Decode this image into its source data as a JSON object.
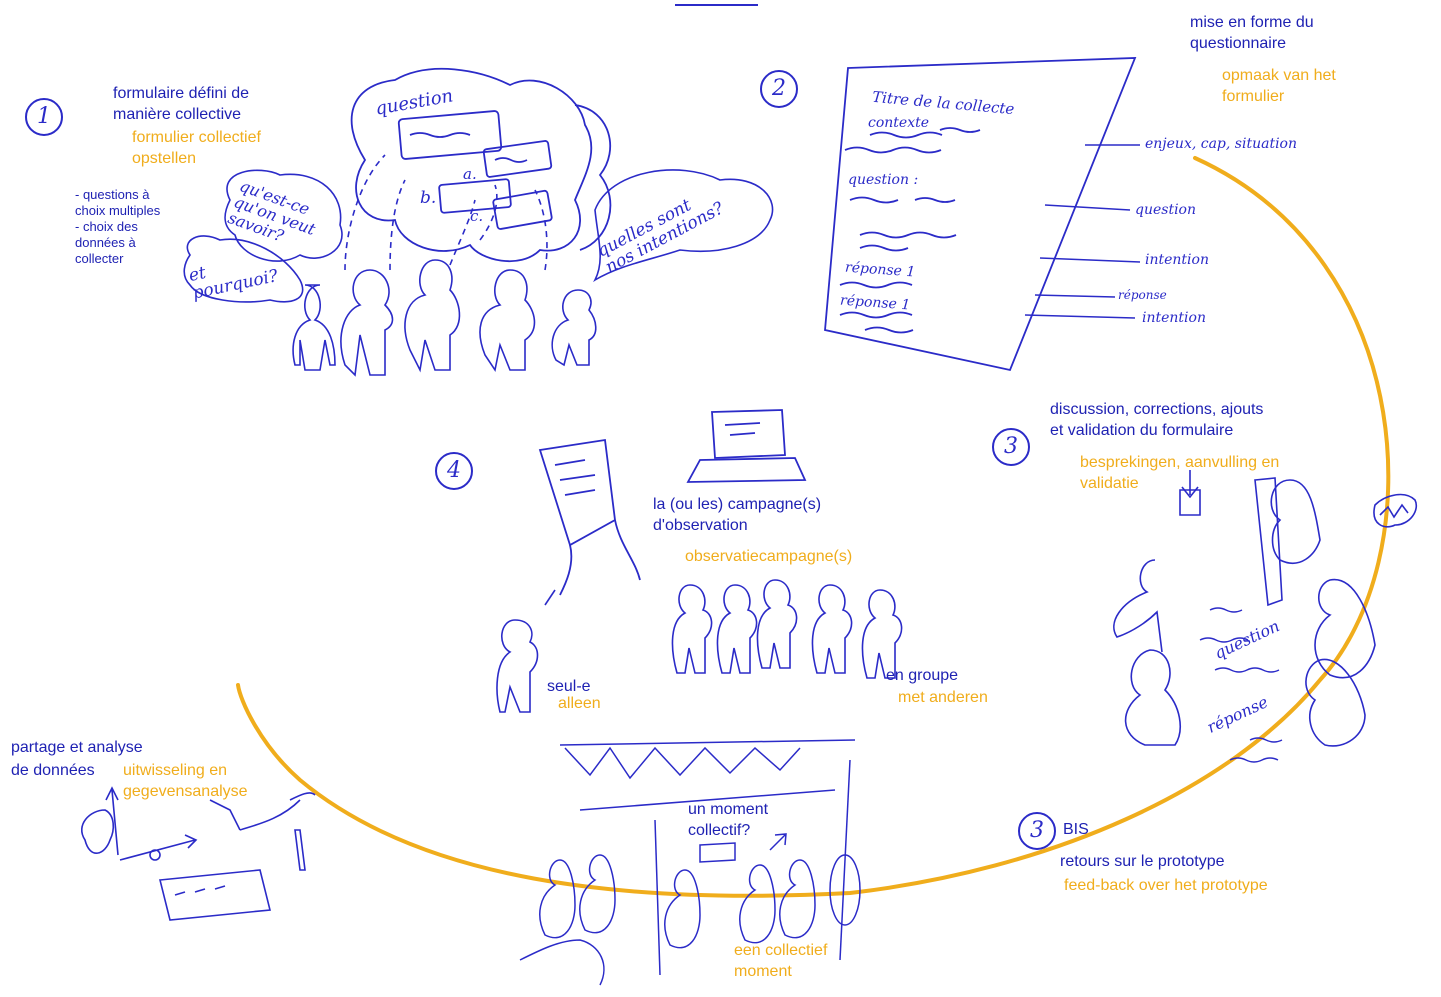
{
  "step1": {
    "number": "1",
    "fr": "formulaire défini de\nmanière collective",
    "nl": "formulier collectief\nopstellen",
    "notes": "- questions à\nchoix multiples\n- choix des\ndonnées à\ncollecter",
    "bubble_question": "question",
    "bubble_a": "a.",
    "bubble_b": "b.",
    "bubble_c": "c.",
    "speech_left": "et\npourquoi?",
    "speech_middle": "qu'est-ce\nqu'on veut\nsavoir?",
    "speech_right": "quelles sont\nnos intentions?"
  },
  "step2": {
    "number": "2",
    "fr": "mise en forme du\nquestionnaire",
    "nl": "opmaak van het\nformulier",
    "form_title": "Titre de la collecte",
    "form_context": "contexte",
    "form_question": "question :",
    "form_reponse1": "réponse 1",
    "form_reponse2": "réponse 1",
    "annot_enjeux": "enjeux, cap, situation",
    "annot_question": "question",
    "annot_intention1": "intention",
    "annot_reponse": "réponse",
    "annot_intention2": "intention"
  },
  "step3": {
    "number": "3",
    "fr": "discussion, corrections, ajouts\net validation du formulaire",
    "nl": "besprekingen, aanvulling en\nvalidatie",
    "sheet_question": "question",
    "sheet_reponse": "réponse"
  },
  "step3bis": {
    "number": "3",
    "suffix": "BIS",
    "fr": "retours sur le prototype",
    "nl": "feed-back over het prototype"
  },
  "step4": {
    "number": "4",
    "fr": "la (ou les) campagne(s)\nd'observation",
    "nl": "observatiecampagne(s)",
    "alone_fr": "seul-e",
    "alone_nl": "alleen",
    "group_fr": "en groupe",
    "group_nl": "met anderen"
  },
  "step5": {
    "fr_line1": "partage et analyse",
    "fr_line2": "de données",
    "nl": "uitwisseling en\ngegevensanalyse"
  },
  "moment": {
    "fr": "un moment\ncollectif?",
    "nl": "een collectief\nmoment"
  },
  "colors": {
    "blue": "#1f22b3",
    "pencil_blue": "#2b2bc8",
    "orange": "#f0ad1c"
  }
}
